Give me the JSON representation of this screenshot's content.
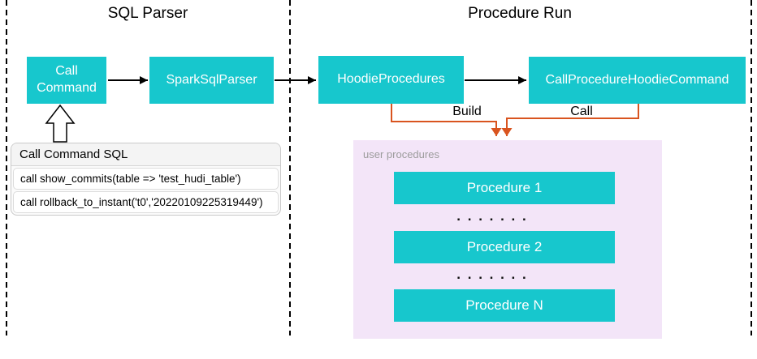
{
  "colors": {
    "teal": "#17c7cd",
    "orange": "#d9541f",
    "lavender": "#f3e5f8"
  },
  "sections": {
    "sql_parser": {
      "title": "SQL Parser"
    },
    "procedure_run": {
      "title": "Procedure Run"
    }
  },
  "nodes": {
    "call_command": {
      "label": "Call Command"
    },
    "spark_sql_parser": {
      "label": "SparkSqlParser"
    },
    "hoodie_procedures": {
      "label": "HoodieProcedures"
    },
    "call_procedure_hoodie_command": {
      "label": "CallProcedureHoodieCommand"
    }
  },
  "edge_labels": {
    "build": "Build",
    "call": "Call"
  },
  "sql_panel": {
    "title": "Call Command SQL",
    "rows": [
      "call show_commits(table => 'test_hudi_table')",
      "call rollback_to_instant('t0','20220109225319449')"
    ]
  },
  "user_procedures": {
    "label": "user procedures",
    "items": [
      "Procedure 1",
      "Procedure 2",
      "Procedure N"
    ],
    "ellipsis": ". . . . . . ."
  }
}
